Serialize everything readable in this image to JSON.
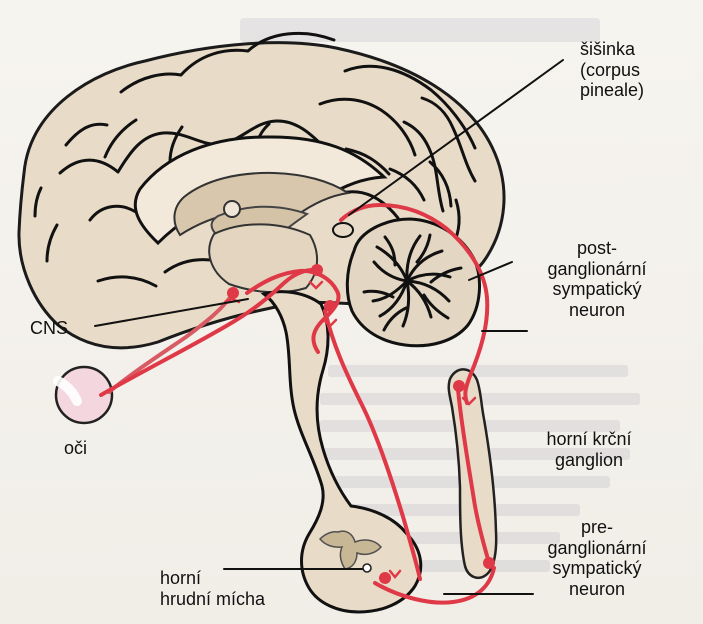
{
  "labels": {
    "pineal": [
      "šišinka",
      "(corpus",
      "pineale)"
    ],
    "post": [
      "post-",
      "ganglionární",
      "sympatický",
      "neuron"
    ],
    "cns": "CNS",
    "eyes": "oči",
    "cervical": [
      "horní krční",
      "ganglion"
    ],
    "pre": [
      "pre-",
      "ganglionární",
      "sympatický",
      "neuron"
    ],
    "thoracic": [
      "horní",
      "hrudní mícha"
    ]
  }
}
